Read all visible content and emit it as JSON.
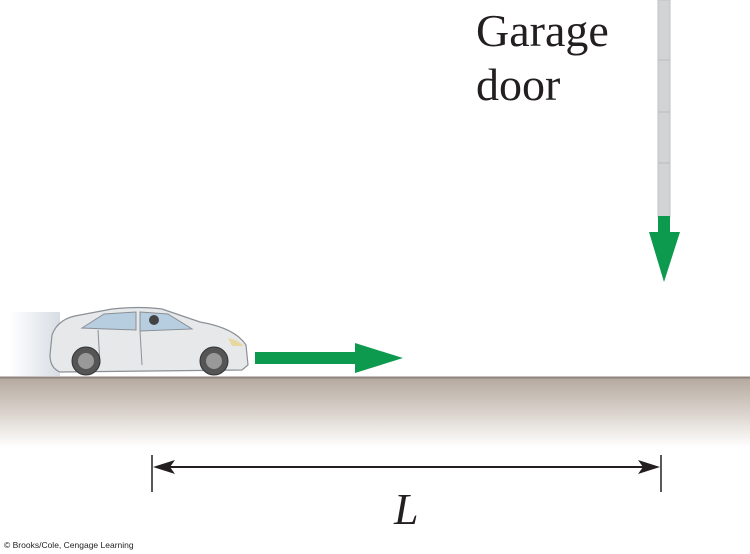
{
  "labels": {
    "garage_line1": "Garage",
    "garage_line2": "door",
    "length": "L",
    "credit": "© Brooks/Cole, Cengage Learning"
  },
  "colors": {
    "arrow": "#0e9a4e",
    "door": "#d2d3d5",
    "ground": "#b3a89e",
    "car": "#e6e8ea"
  }
}
